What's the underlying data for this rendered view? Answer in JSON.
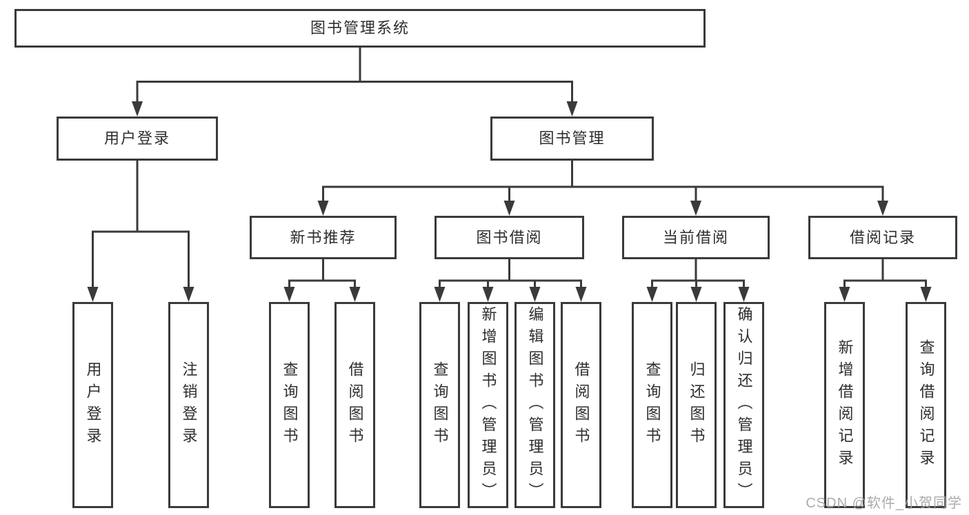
{
  "diagram": {
    "type": "hierarchy",
    "title": "图书管理系统",
    "colors": {
      "line": "#3a3a3a",
      "text": "#2e2e2e",
      "box_background": "#ffffff",
      "watermark": "#a3a3a3",
      "background": "#ffffff"
    }
  },
  "watermark": {
    "text": "CSDN @软件_小贺同学"
  },
  "tree": {
    "root": {
      "label": "图书管理系统",
      "children": [
        {
          "label": "用户登录",
          "children": [
            {
              "label": "用户登录"
            },
            {
              "label": "注销登录"
            }
          ]
        },
        {
          "label": "图书管理",
          "children": [
            {
              "label": "新书推荐",
              "children": [
                {
                  "label": "查询图书"
                },
                {
                  "label": "借阅图书"
                }
              ]
            },
            {
              "label": "图书借阅",
              "children": [
                {
                  "label": "查询图书"
                },
                {
                  "label": "新增图书（管理员）"
                },
                {
                  "label": "编辑图书（管理员）"
                },
                {
                  "label": "借阅图书"
                }
              ]
            },
            {
              "label": "当前借阅",
              "children": [
                {
                  "label": "查询图书"
                },
                {
                  "label": "归还图书"
                },
                {
                  "label": "确认归还（管理员）"
                }
              ]
            },
            {
              "label": "借阅记录",
              "children": [
                {
                  "label": "新增借阅记录"
                },
                {
                  "label": "查询借阅记录"
                }
              ]
            }
          ]
        }
      ]
    }
  }
}
